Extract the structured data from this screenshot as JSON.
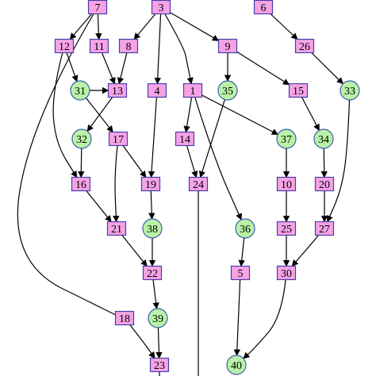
{
  "graph": {
    "node_fill": "#f5a3e6",
    "node_border": "#4a3fa8",
    "circle_fill": "#b9f2a6",
    "circle_border": "#3d5fb0",
    "edge_color": "#000000",
    "nodes": [
      {
        "id": "7",
        "label": "7",
        "shape": "rect"
      },
      {
        "id": "3",
        "label": "3",
        "shape": "rect"
      },
      {
        "id": "6",
        "label": "6",
        "shape": "rect"
      },
      {
        "id": "12",
        "label": "12",
        "shape": "rect"
      },
      {
        "id": "11",
        "label": "11",
        "shape": "rect"
      },
      {
        "id": "8",
        "label": "8",
        "shape": "rect"
      },
      {
        "id": "9",
        "label": "9",
        "shape": "rect"
      },
      {
        "id": "26",
        "label": "26",
        "shape": "rect"
      },
      {
        "id": "31",
        "label": "31",
        "shape": "circle"
      },
      {
        "id": "13",
        "label": "13",
        "shape": "rect"
      },
      {
        "id": "4",
        "label": "4",
        "shape": "rect"
      },
      {
        "id": "1",
        "label": "1",
        "shape": "rect"
      },
      {
        "id": "35",
        "label": "35",
        "shape": "circle"
      },
      {
        "id": "15",
        "label": "15",
        "shape": "rect"
      },
      {
        "id": "33",
        "label": "33",
        "shape": "circle"
      },
      {
        "id": "32",
        "label": "32",
        "shape": "circle"
      },
      {
        "id": "17",
        "label": "17",
        "shape": "rect"
      },
      {
        "id": "14",
        "label": "14",
        "shape": "rect"
      },
      {
        "id": "37",
        "label": "37",
        "shape": "circle"
      },
      {
        "id": "34",
        "label": "34",
        "shape": "circle"
      },
      {
        "id": "16",
        "label": "16",
        "shape": "rect"
      },
      {
        "id": "19",
        "label": "19",
        "shape": "rect"
      },
      {
        "id": "24",
        "label": "24",
        "shape": "rect"
      },
      {
        "id": "10",
        "label": "10",
        "shape": "rect"
      },
      {
        "id": "20",
        "label": "20",
        "shape": "rect"
      },
      {
        "id": "21",
        "label": "21",
        "shape": "rect"
      },
      {
        "id": "38",
        "label": "38",
        "shape": "circle"
      },
      {
        "id": "36",
        "label": "36",
        "shape": "circle"
      },
      {
        "id": "25",
        "label": "25",
        "shape": "rect"
      },
      {
        "id": "27",
        "label": "27",
        "shape": "rect"
      },
      {
        "id": "22",
        "label": "22",
        "shape": "rect"
      },
      {
        "id": "5",
        "label": "5",
        "shape": "rect"
      },
      {
        "id": "30",
        "label": "30",
        "shape": "rect"
      },
      {
        "id": "39",
        "label": "39",
        "shape": "circle"
      },
      {
        "id": "18",
        "label": "18",
        "shape": "rect"
      },
      {
        "id": "23",
        "label": "23",
        "shape": "rect"
      },
      {
        "id": "40",
        "label": "40",
        "shape": "circle"
      }
    ],
    "edges": [
      [
        "7",
        "12"
      ],
      [
        "7",
        "11"
      ],
      [
        "7",
        "18"
      ],
      [
        "3",
        "8"
      ],
      [
        "3",
        "4"
      ],
      [
        "3",
        "1"
      ],
      [
        "3",
        "9"
      ],
      [
        "6",
        "26"
      ],
      [
        "12",
        "31"
      ],
      [
        "12",
        "16"
      ],
      [
        "11",
        "13"
      ],
      [
        "8",
        "13"
      ],
      [
        "9",
        "35"
      ],
      [
        "9",
        "15"
      ],
      [
        "26",
        "33"
      ],
      [
        "31",
        "13"
      ],
      [
        "13",
        "32"
      ],
      [
        "31",
        "17"
      ],
      [
        "4",
        "19"
      ],
      [
        "1",
        "14"
      ],
      [
        "1",
        "37"
      ],
      [
        "1",
        "36"
      ],
      [
        "35",
        "24"
      ],
      [
        "15",
        "34"
      ],
      [
        "33",
        "27"
      ],
      [
        "32",
        "16"
      ],
      [
        "17",
        "21"
      ],
      [
        "17",
        "19"
      ],
      [
        "14",
        "24"
      ],
      [
        "37",
        "10"
      ],
      [
        "34",
        "20"
      ],
      [
        "16",
        "21"
      ],
      [
        "19",
        "38"
      ],
      [
        "10",
        "25"
      ],
      [
        "20",
        "27"
      ],
      [
        "36",
        "5"
      ],
      [
        "21",
        "22"
      ],
      [
        "38",
        "22"
      ],
      [
        "25",
        "30"
      ],
      [
        "27",
        "30"
      ],
      [
        "22",
        "39"
      ],
      [
        "5",
        "40"
      ],
      [
        "39",
        "23"
      ],
      [
        "18",
        "23"
      ],
      [
        "30",
        "40"
      ]
    ]
  }
}
